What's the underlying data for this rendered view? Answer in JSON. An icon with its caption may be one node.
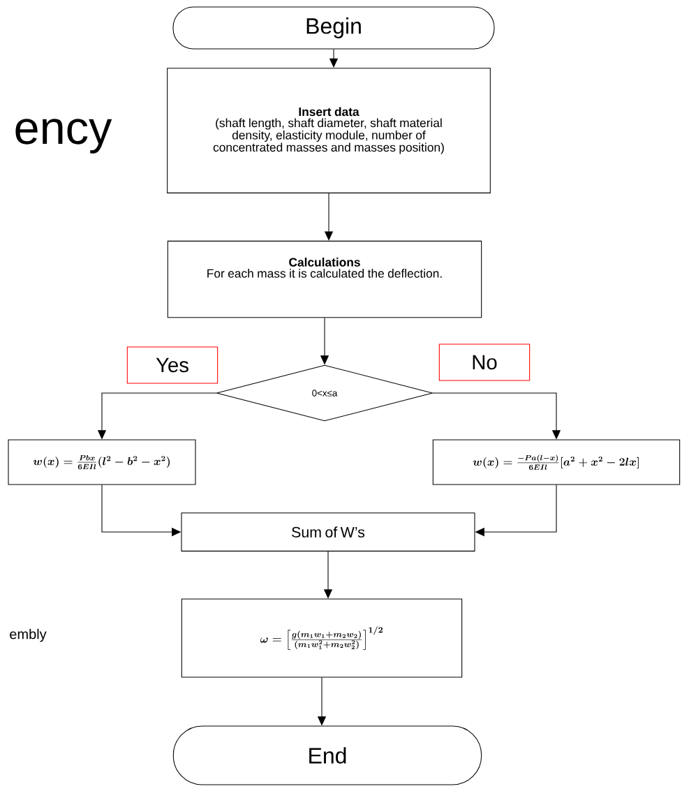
{
  "diagram": {
    "nodes": [
      {
        "text": [
          "Begin"
        ]
      },
      {
        "text": [
          "Insert data",
          "(shaft length, shaft diameter, shaft material density, elasticity module, number of concentrated masses and masses position)"
        ]
      },
      {
        "text": [
          "Calculations",
          "For each mass it is calculated the deflection."
        ]
      },
      {
        "text": [
          "0<x≤a"
        ]
      },
      {
        "text": [
          "w(x)=\\frac{Pbx}{6EIl}(l^2-b^2-x^2)"
        ]
      },
      {
        "text": [
          "w(x)=\\frac{-Pa(l-x)}{6EIl}[a^2+x^2-2lx]"
        ]
      },
      {
        "text": [
          "Sum of W’s"
        ]
      },
      {
        "text": [
          "\\omega=\\left[\\frac{g(m_1w_1+m_2w_2)}{(m_1w_1^2+m_2w_2^2)}\\right]^{1/2}"
        ]
      },
      {
        "text": [
          "End"
        ]
      }
    ],
    "edges": [
      {
        "from": 0,
        "to": 1,
        "arrow": "to"
      },
      {
        "from": 1,
        "to": 2,
        "arrow": "to"
      },
      {
        "from": 2,
        "to": 3,
        "arrow": "to"
      },
      {
        "from": 3,
        "to": 4,
        "arrow": "to",
        "label": "Yes"
      },
      {
        "from": 3,
        "to": 5,
        "arrow": "to",
        "label": "No"
      },
      {
        "from": 4,
        "to": 6,
        "arrow": "to"
      },
      {
        "from": 5,
        "to": 6,
        "arrow": "to"
      },
      {
        "from": 6,
        "to": 7,
        "arrow": "to"
      },
      {
        "from": 7,
        "to": 8,
        "arrow": "to"
      }
    ],
    "labels": [
      "ency",
      "embly"
    ]
  }
}
